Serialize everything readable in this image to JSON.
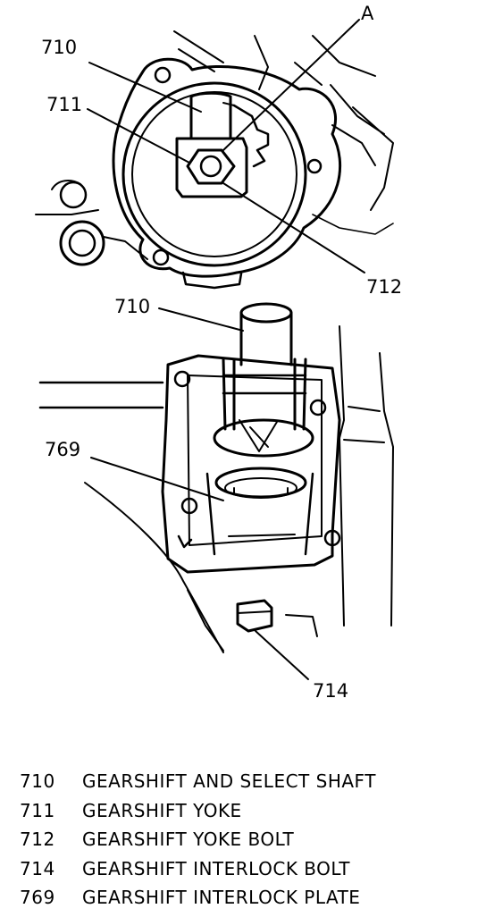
{
  "callouts": {
    "a": "A",
    "top_710": "710",
    "top_711": "711",
    "top_712": "712",
    "mid_710": "710",
    "mid_769": "769",
    "mid_714": "714"
  },
  "legend": [
    {
      "num": "710",
      "text": "GEARSHIFT AND SELECT SHAFT"
    },
    {
      "num": "711",
      "text": "GEARSHIFT YOKE"
    },
    {
      "num": "712",
      "text": "GEARSHIFT YOKE BOLT"
    },
    {
      "num": "714",
      "text": "GEARSHIFT INTERLOCK BOLT"
    },
    {
      "num": "769",
      "text": "GEARSHIFT INTERLOCK PLATE"
    }
  ]
}
